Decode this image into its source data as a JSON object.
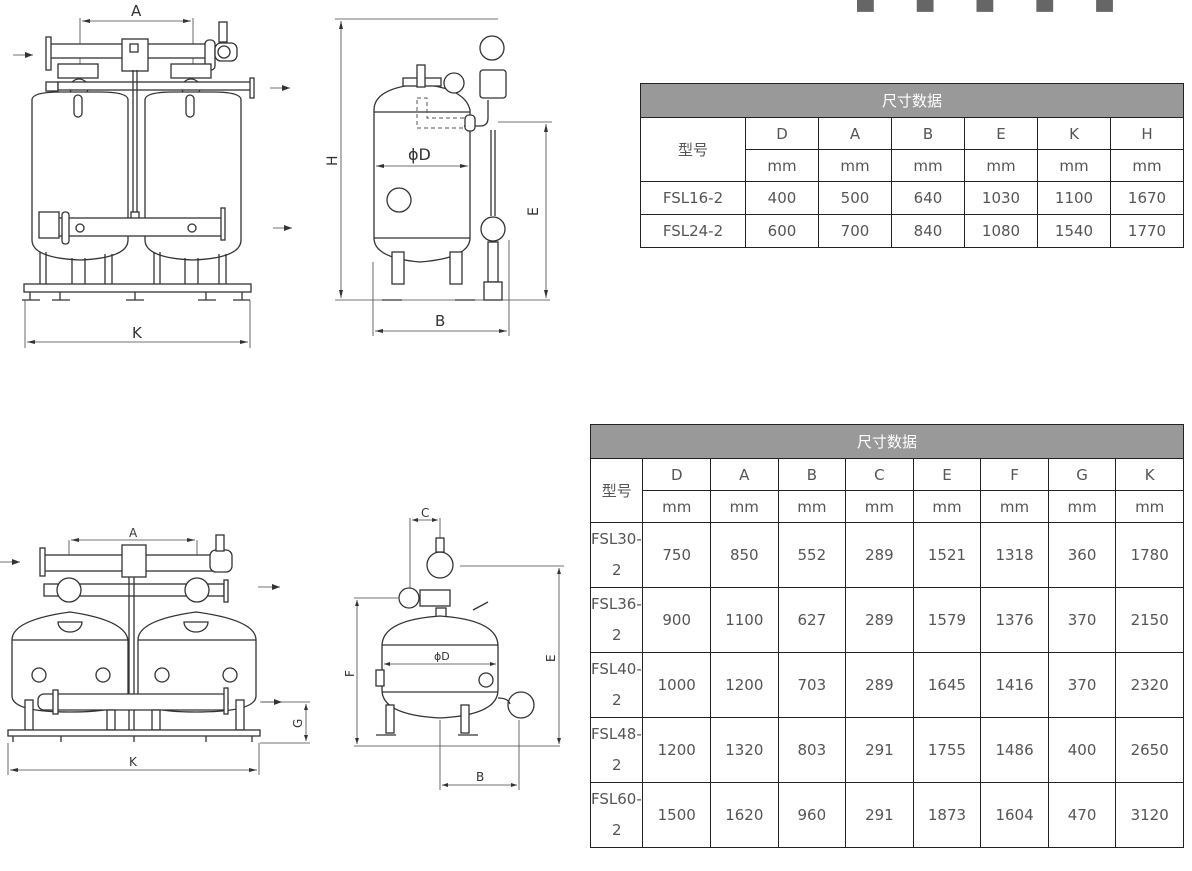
{
  "top_cut_text": "■ ■ ■ ■ ■",
  "diagrams": {
    "top_front": {
      "labels": {
        "A": "A",
        "K": "K"
      }
    },
    "top_side": {
      "labels": {
        "H": "H",
        "D": "ϕD",
        "E": "E",
        "B": "B"
      }
    },
    "bottom_front": {
      "labels": {
        "A": "A",
        "K": "K",
        "G": "G"
      }
    },
    "bottom_side": {
      "labels": {
        "C": "C",
        "D": "ϕD",
        "F": "F",
        "E": "E",
        "B": "B"
      }
    }
  },
  "table1": {
    "title": "尺寸数据",
    "model_header": "型号",
    "columns": [
      {
        "name": "D",
        "unit": "mm"
      },
      {
        "name": "A",
        "unit": "mm"
      },
      {
        "name": "B",
        "unit": "mm"
      },
      {
        "name": "E",
        "unit": "mm"
      },
      {
        "name": "K",
        "unit": "mm"
      },
      {
        "name": "H",
        "unit": "mm"
      }
    ],
    "rows": [
      {
        "model": "FSL16-2",
        "values": [
          "400",
          "500",
          "640",
          "1030",
          "1100",
          "1670"
        ]
      },
      {
        "model": "FSL24-2",
        "values": [
          "600",
          "700",
          "840",
          "1080",
          "1540",
          "1770"
        ]
      }
    ]
  },
  "table2": {
    "title": "尺寸数据",
    "model_header": "型号",
    "columns": [
      {
        "name": "D",
        "unit": "mm"
      },
      {
        "name": "A",
        "unit": "mm"
      },
      {
        "name": "B",
        "unit": "mm"
      },
      {
        "name": "C",
        "unit": "mm"
      },
      {
        "name": "E",
        "unit": "mm"
      },
      {
        "name": "F",
        "unit": "mm"
      },
      {
        "name": "G",
        "unit": "mm"
      },
      {
        "name": "K",
        "unit": "mm"
      }
    ],
    "rows": [
      {
        "model_line1": "FSL30-",
        "model_line2": "2",
        "values": [
          "750",
          "850",
          "552",
          "289",
          "1521",
          "1318",
          "360",
          "1780"
        ]
      },
      {
        "model_line1": "FSL36-",
        "model_line2": "2",
        "values": [
          "900",
          "1100",
          "627",
          "289",
          "1579",
          "1376",
          "370",
          "2150"
        ]
      },
      {
        "model_line1": "FSL40-",
        "model_line2": "2",
        "values": [
          "1000",
          "1200",
          "703",
          "289",
          "1645",
          "1416",
          "370",
          "2320"
        ]
      },
      {
        "model_line1": "FSL48-",
        "model_line2": "2",
        "values": [
          "1200",
          "1320",
          "803",
          "291",
          "1755",
          "1486",
          "400",
          "2650"
        ]
      },
      {
        "model_line1": "FSL60-",
        "model_line2": "2",
        "values": [
          "1500",
          "1620",
          "960",
          "291",
          "1873",
          "1604",
          "470",
          "3120"
        ]
      }
    ]
  }
}
